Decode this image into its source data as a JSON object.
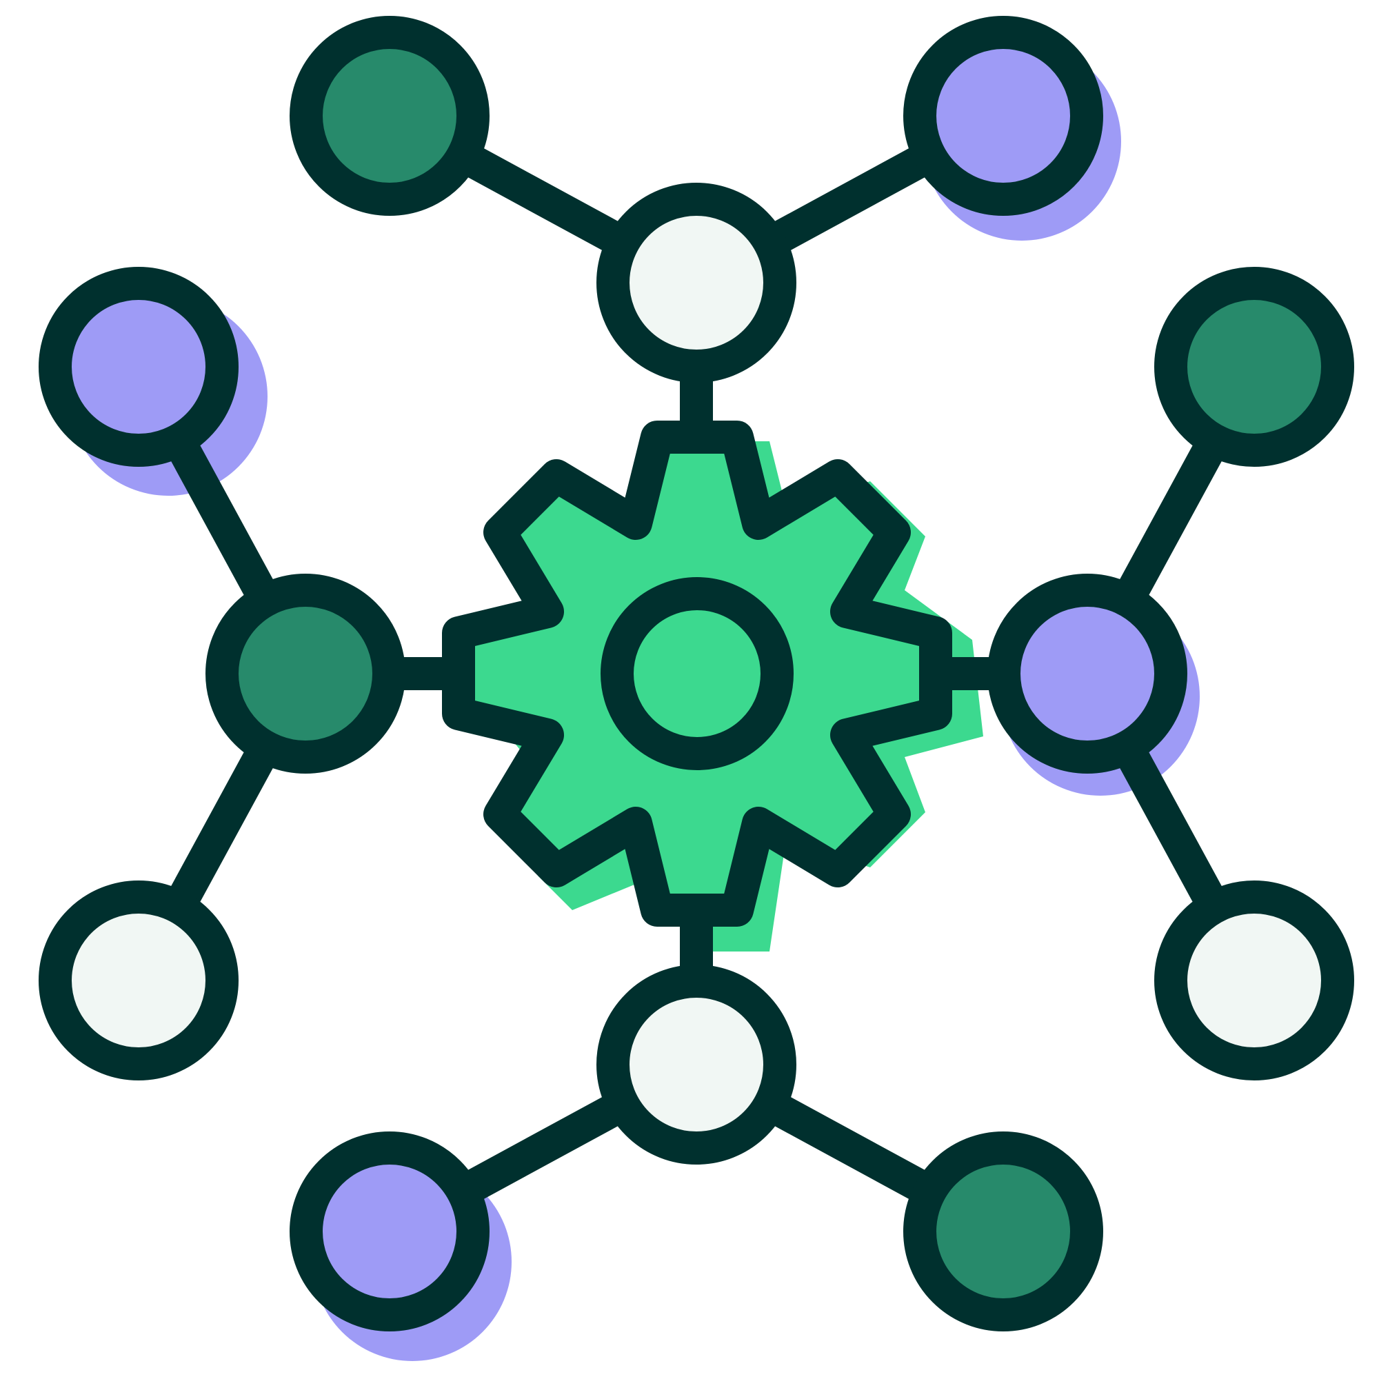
{
  "icon": {
    "name": "network-gear-icon",
    "colors": {
      "stroke": "#00302E",
      "gear_fill": "#3CD98F",
      "dark_green": "#278A6B",
      "lavender": "#9E9BF6",
      "light": "#F1F7F4",
      "background": "#FFFFFF"
    }
  },
  "hubs": [
    {
      "name": "top-hub-node",
      "fill": "light"
    },
    {
      "name": "left-hub-node",
      "fill": "dark_green"
    },
    {
      "name": "right-hub-node",
      "fill": "lavender"
    },
    {
      "name": "bottom-hub-node",
      "fill": "light"
    }
  ],
  "leaves": [
    {
      "name": "top-left-leaf-node",
      "fill": "dark_green",
      "hub": "top-hub-node"
    },
    {
      "name": "top-right-leaf-node",
      "fill": "lavender",
      "hub": "top-hub-node"
    },
    {
      "name": "left-upper-leaf-node",
      "fill": "lavender",
      "hub": "left-hub-node"
    },
    {
      "name": "left-lower-leaf-node",
      "fill": "light",
      "hub": "left-hub-node"
    },
    {
      "name": "right-upper-leaf-node",
      "fill": "dark_green",
      "hub": "right-hub-node"
    },
    {
      "name": "right-lower-leaf-node",
      "fill": "light",
      "hub": "right-hub-node"
    },
    {
      "name": "bottom-left-leaf-node",
      "fill": "lavender",
      "hub": "bottom-hub-node"
    },
    {
      "name": "bottom-right-leaf-node",
      "fill": "dark_green",
      "hub": "bottom-hub-node"
    }
  ]
}
